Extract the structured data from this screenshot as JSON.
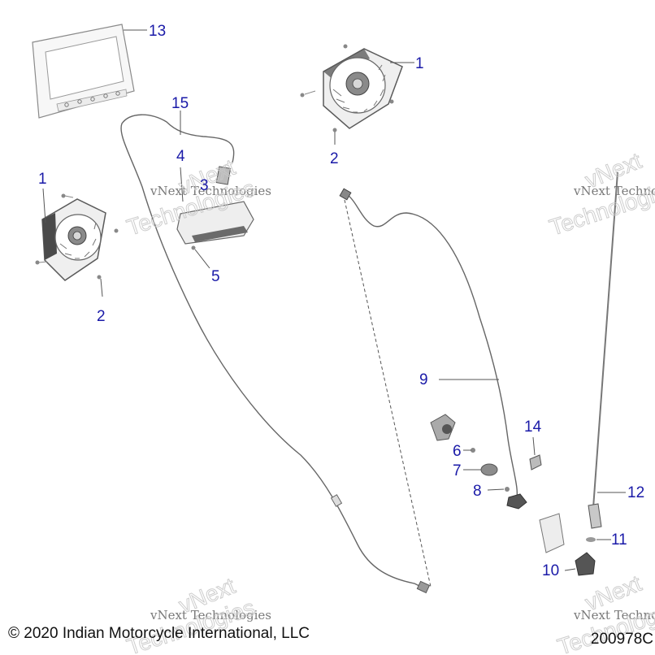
{
  "callouts": [
    {
      "id": "c1a",
      "label": "1"
    },
    {
      "id": "c1b",
      "label": "1"
    },
    {
      "id": "c2a",
      "label": "2"
    },
    {
      "id": "c2b",
      "label": "2"
    },
    {
      "id": "c3",
      "label": "3"
    },
    {
      "id": "c4",
      "label": "4"
    },
    {
      "id": "c5",
      "label": "5"
    },
    {
      "id": "c6",
      "label": "6"
    },
    {
      "id": "c7",
      "label": "7"
    },
    {
      "id": "c8",
      "label": "8"
    },
    {
      "id": "c9",
      "label": "9"
    },
    {
      "id": "c10",
      "label": "10"
    },
    {
      "id": "c11",
      "label": "11"
    },
    {
      "id": "c12",
      "label": "12"
    },
    {
      "id": "c13",
      "label": "13"
    },
    {
      "id": "c14",
      "label": "14"
    },
    {
      "id": "c15",
      "label": "15"
    }
  ],
  "watermark": {
    "line1": "vNext Technologies",
    "line2": "Technologies",
    "line3": "vNext"
  },
  "footer": {
    "copyright": "© 2020 Indian Motorcycle International, LLC",
    "drawing_number": "200978C"
  },
  "colors": {
    "callout": "#1a1aa8",
    "line": "#555555",
    "part_fill": "#f2f2f2",
    "part_dark": "#6e6e6e"
  }
}
